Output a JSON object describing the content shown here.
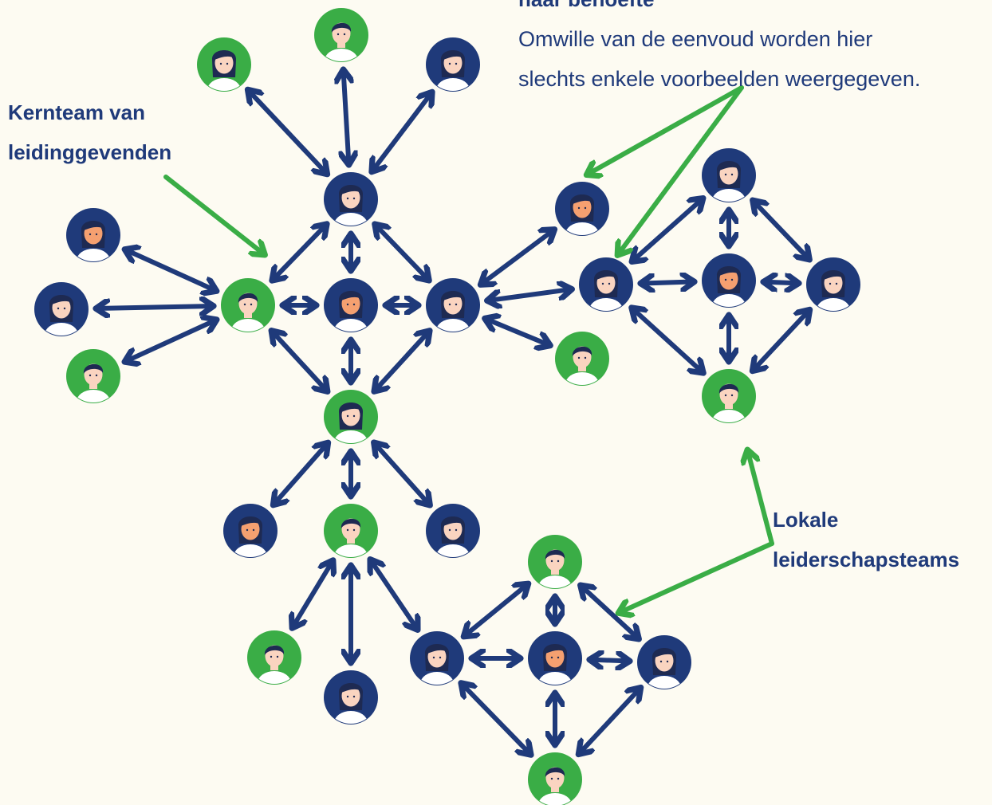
{
  "labels": {
    "core_team": [
      "Kernteam van",
      "leidinggevenden"
    ],
    "note_cut": "naar behoefte",
    "note_lines": [
      "Omwille van de eenvoud worden hier",
      "slechts enkele voorbeelden weergegeven."
    ],
    "local_teams": [
      "Lokale",
      "leiderschapsteams"
    ]
  },
  "colors": {
    "background": "#fdfbf2",
    "navy": "#1f3a7a",
    "green": "#3aad46",
    "skin": "#fad4c0",
    "orange_skin": "#f5a070",
    "hair": "#1e2a52",
    "shirt": "#ffffff"
  },
  "icons": {
    "person": "person-avatar-icon",
    "arrow": "double-arrow-icon",
    "pointer": "green-pointer-arrow-icon"
  }
}
